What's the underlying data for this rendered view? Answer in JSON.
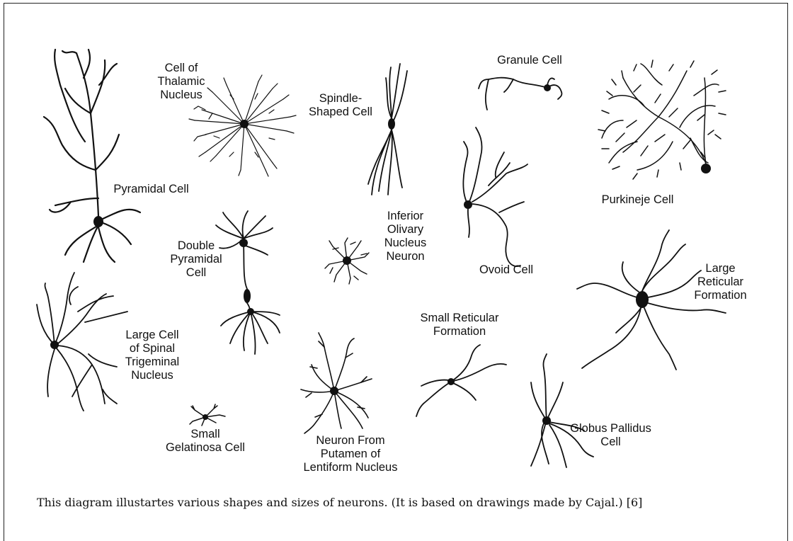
{
  "diagram": {
    "labels": {
      "cell_of_thalamic_nucleus": "Cell of\nThalamic\nNucleus",
      "spindle_shaped_cell": "Spindle-\nShaped Cell",
      "granule_cell": "Granule Cell",
      "pyramidal_cell": "Pyramidal Cell",
      "purkineje_cell": "Purkineje Cell",
      "inferior_olivary": "Inferior\nOlivary\nNucleus\nNeuron",
      "double_pyramidal": "Double\nPyramidal\nCell",
      "ovoid_cell": "Ovoid Cell",
      "large_reticular": "Large\nReticular\nFormation",
      "large_cell_spinal": "Large Cell\nof Spinal\nTrigeminal\nNucleus",
      "small_reticular": "Small Reticular\nFormation",
      "small_gelatinosa": "Small\nGelatinosa Cell",
      "neuron_putamen": "Neuron From\nPutamen of\nLentiform Nucleus",
      "globus_pallidus": "Globus Pallidus\nCell"
    }
  },
  "caption": "This diagram illustartes various shapes and sizes of neurons. (It is based on drawings made by Cajal.) [6]"
}
